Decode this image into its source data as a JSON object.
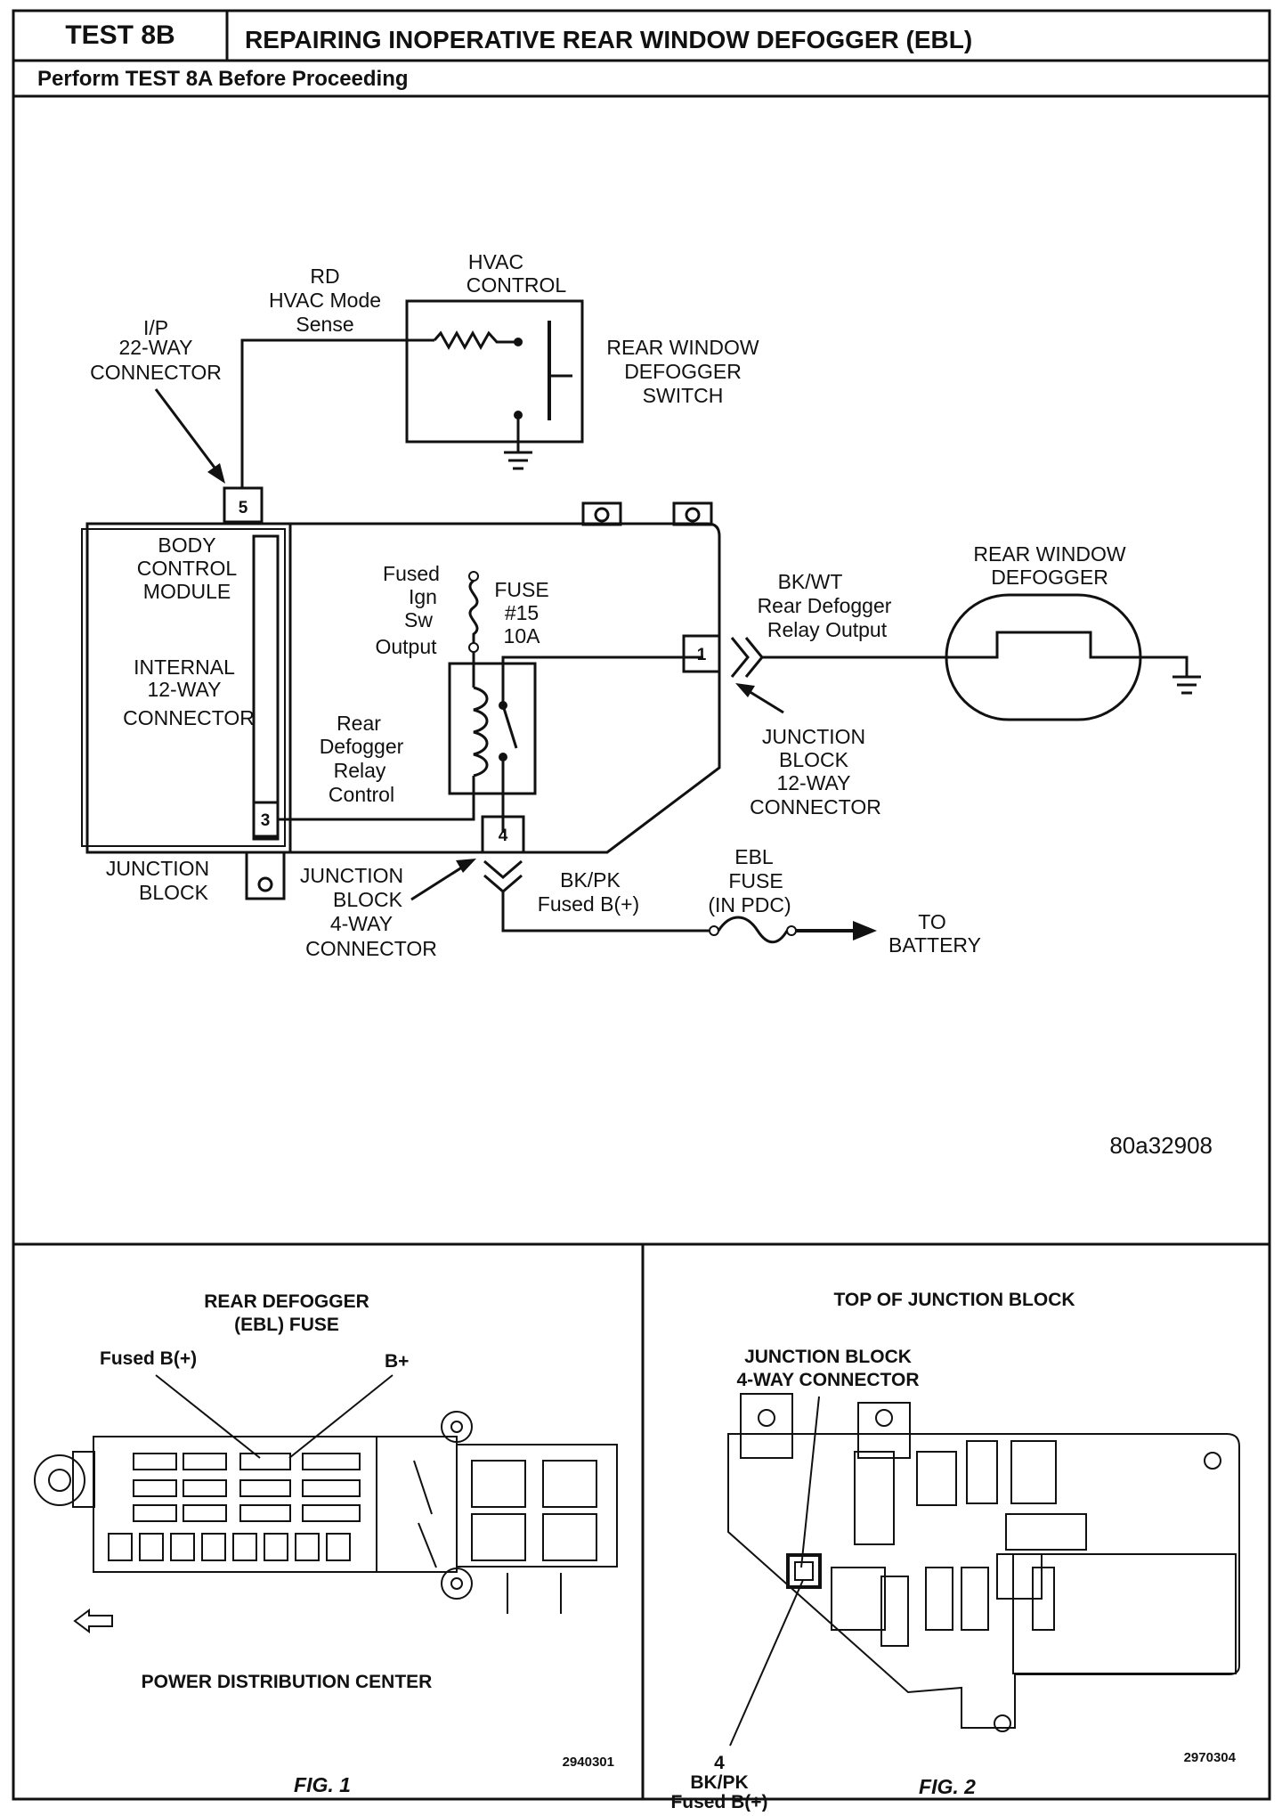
{
  "header": {
    "test_id": "TEST 8B",
    "title": "REPAIRING INOPERATIVE REAR WINDOW DEFOGGER (EBL)",
    "subtitle": "Perform TEST 8A Before Proceeding"
  },
  "diagram": {
    "ip_connector": [
      "I/P",
      "22-WAY",
      "CONNECTOR"
    ],
    "rd_wire": [
      "RD",
      "HVAC Mode",
      "Sense"
    ],
    "hvac_control": [
      "HVAC",
      "CONTROL"
    ],
    "defogger_switch": [
      "REAR WINDOW",
      "DEFOGGER",
      "SWITCH"
    ],
    "bcm": [
      "BODY",
      "CONTROL",
      "MODULE"
    ],
    "internal_connector": [
      "INTERNAL",
      "12-WAY",
      "CONNECTOR"
    ],
    "fused_ign": [
      "Fused",
      "Ign",
      "Sw",
      "Output"
    ],
    "fuse15": [
      "FUSE",
      "#15",
      "10A"
    ],
    "relay_control": [
      "Rear",
      "Defogger",
      "Relay",
      "Control"
    ],
    "bkwt_wire": [
      "BK/WT",
      "Rear Defogger",
      "Relay Output"
    ],
    "rear_window_defogger": [
      "REAR WINDOW",
      "DEFOGGER"
    ],
    "jb12_connector": [
      "JUNCTION",
      "BLOCK",
      "12-WAY",
      "CONNECTOR"
    ],
    "junction_block": [
      "JUNCTION",
      "BLOCK"
    ],
    "jb4_connector": [
      "JUNCTION",
      "BLOCK",
      "4-WAY",
      "CONNECTOR"
    ],
    "bkpk_wire": [
      "BK/PK",
      "Fused B(+)"
    ],
    "ebl_fuse": [
      "EBL",
      "FUSE",
      "(IN PDC)"
    ],
    "to_battery": [
      "TO",
      "BATTERY"
    ],
    "pins": {
      "p5": "5",
      "p1": "1",
      "p3": "3",
      "p4": "4"
    },
    "figure_id": "80a32908"
  },
  "fig1": {
    "title": [
      "REAR DEFOGGER",
      "(EBL) FUSE"
    ],
    "fused_label": "Fused B(+)",
    "bplus_label": "B+",
    "caption": "POWER DISTRIBUTION CENTER",
    "ref": "2940301",
    "fig_label": "FIG. 1"
  },
  "fig2": {
    "title": "TOP OF JUNCTION BLOCK",
    "connector_label": [
      "JUNCTION BLOCK",
      "4-WAY CONNECTOR"
    ],
    "pin_label": [
      "4",
      "BK/PK",
      "Fused B(+)"
    ],
    "ref": "2970304",
    "fig_label": "FIG. 2"
  }
}
